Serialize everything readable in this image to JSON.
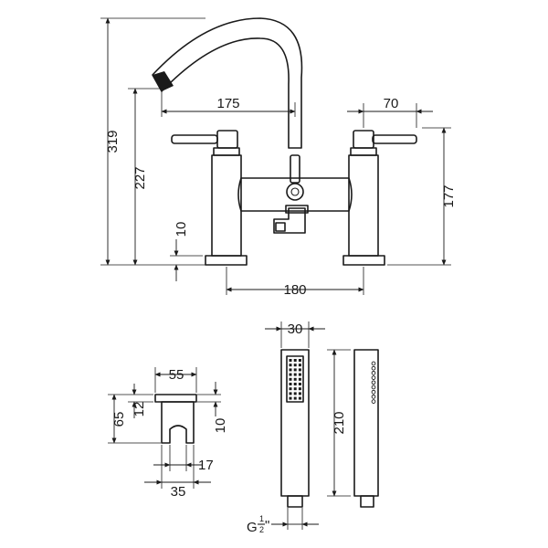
{
  "dimensions": {
    "overall_height": "319",
    "spout_height": "227",
    "spout_reach": "175",
    "handle_width": "70",
    "body_height": "177",
    "base_thickness": "10",
    "centres": "180",
    "holder_width": "55",
    "holder_height": "65",
    "holder_top": "12",
    "holder_side": "10",
    "holder_slot": "17",
    "holder_base": "35",
    "handset_width": "30",
    "handset_length": "210",
    "thread_prefix": "G",
    "thread_num": "1",
    "thread_den": "2",
    "thread_suffix": "\""
  },
  "colors": {
    "line": "#1a1a1a",
    "background": "#ffffff"
  }
}
